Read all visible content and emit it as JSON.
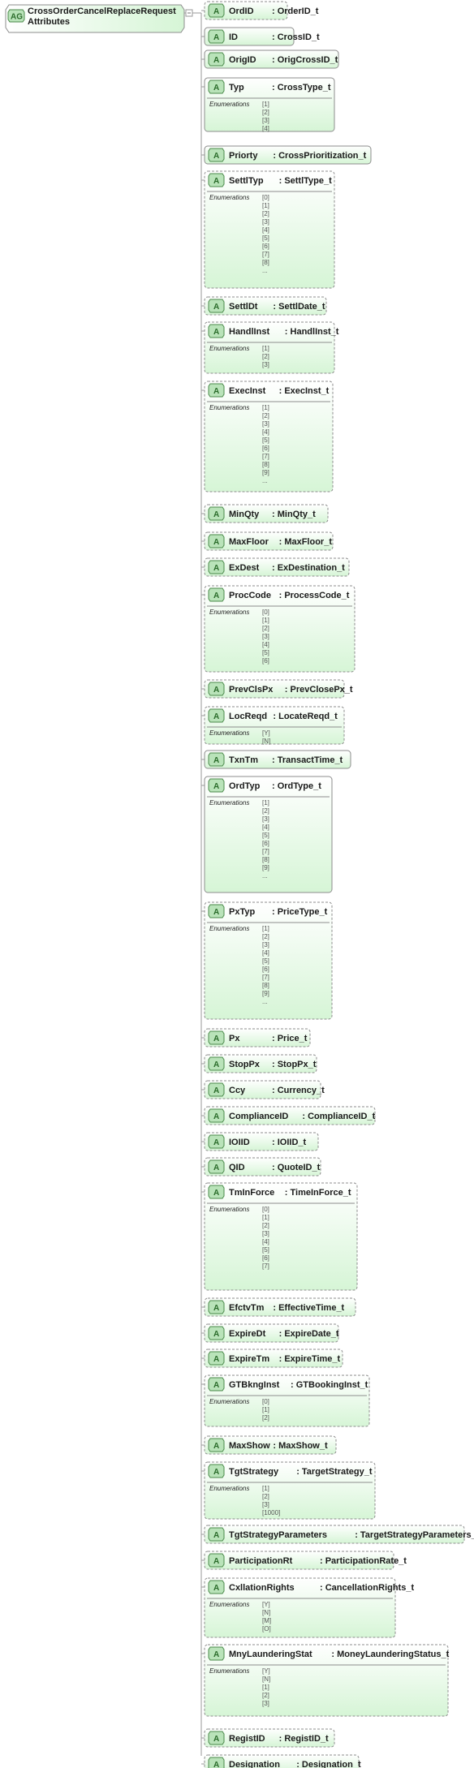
{
  "group": {
    "badge": "AG",
    "line1": "CrossOrderCancelReplaceRequest",
    "line2": "Attributes"
  },
  "attribute_badge": "A",
  "enumerations_label": "Enumerations",
  "attributes": [
    {
      "name": "OrdID",
      "type": "OrderID_t",
      "optional": true
    },
    {
      "name": "ID",
      "type": "CrossID_t",
      "optional": false
    },
    {
      "name": "OrigID",
      "type": "OrigCrossID_t",
      "optional": false
    },
    {
      "name": "Typ",
      "type": "CrossType_t",
      "optional": false,
      "enums": [
        "[1]",
        "[2]",
        "[3]",
        "[4]"
      ]
    },
    {
      "name": "Priorty",
      "type": "CrossPrioritization_t",
      "optional": false
    },
    {
      "name": "SettlTyp",
      "type": "SettlType_t",
      "optional": true,
      "enums": [
        "[0]",
        "[1]",
        "[2]",
        "[3]",
        "[4]",
        "[5]",
        "[6]",
        "[7]",
        "[8]",
        "..."
      ]
    },
    {
      "name": "SettlDt",
      "type": "SettlDate_t",
      "optional": true
    },
    {
      "name": "HandlInst",
      "type": "HandlInst_t",
      "optional": true,
      "enums": [
        "[1]",
        "[2]",
        "[3]"
      ]
    },
    {
      "name": "ExecInst",
      "type": "ExecInst_t",
      "optional": true,
      "enums": [
        "[1]",
        "[2]",
        "[3]",
        "[4]",
        "[5]",
        "[6]",
        "[7]",
        "[8]",
        "[9]",
        "..."
      ]
    },
    {
      "name": "MinQty",
      "type": "MinQty_t",
      "optional": true
    },
    {
      "name": "MaxFloor",
      "type": "MaxFloor_t",
      "optional": true
    },
    {
      "name": "ExDest",
      "type": "ExDestination_t",
      "optional": true
    },
    {
      "name": "ProcCode",
      "type": "ProcessCode_t",
      "optional": true,
      "enums": [
        "[0]",
        "[1]",
        "[2]",
        "[3]",
        "[4]",
        "[5]",
        "[6]"
      ]
    },
    {
      "name": "PrevClsPx",
      "type": "PrevClosePx_t",
      "optional": true
    },
    {
      "name": "LocReqd",
      "type": "LocateReqd_t",
      "optional": true,
      "enums": [
        "[Y]",
        "[N]"
      ]
    },
    {
      "name": "TxnTm",
      "type": "TransactTime_t",
      "optional": false
    },
    {
      "name": "OrdTyp",
      "type": "OrdType_t",
      "optional": false,
      "enums": [
        "[1]",
        "[2]",
        "[3]",
        "[4]",
        "[5]",
        "[6]",
        "[7]",
        "[8]",
        "[9]",
        "..."
      ]
    },
    {
      "name": "PxTyp",
      "type": "PriceType_t",
      "optional": true,
      "enums": [
        "[1]",
        "[2]",
        "[3]",
        "[4]",
        "[5]",
        "[6]",
        "[7]",
        "[8]",
        "[9]",
        "..."
      ]
    },
    {
      "name": "Px",
      "type": "Price_t",
      "optional": true
    },
    {
      "name": "StopPx",
      "type": "StopPx_t",
      "optional": true
    },
    {
      "name": "Ccy",
      "type": "Currency_t",
      "optional": true
    },
    {
      "name": "ComplianceID",
      "type": "ComplianceID_t",
      "optional": true
    },
    {
      "name": "IOIID",
      "type": "IOIID_t",
      "optional": true
    },
    {
      "name": "QID",
      "type": "QuoteID_t",
      "optional": true
    },
    {
      "name": "TmInForce",
      "type": "TimeInForce_t",
      "optional": true,
      "enums": [
        "[0]",
        "[1]",
        "[2]",
        "[3]",
        "[4]",
        "[5]",
        "[6]",
        "[7]"
      ]
    },
    {
      "name": "EfctvTm",
      "type": "EffectiveTime_t",
      "optional": true
    },
    {
      "name": "ExpireDt",
      "type": "ExpireDate_t",
      "optional": true
    },
    {
      "name": "ExpireTm",
      "type": "ExpireTime_t",
      "optional": true
    },
    {
      "name": "GTBkngInst",
      "type": "GTBookingInst_t",
      "optional": true,
      "enums": [
        "[0]",
        "[1]",
        "[2]"
      ]
    },
    {
      "name": "MaxShow",
      "type": "MaxShow_t",
      "optional": true
    },
    {
      "name": "TgtStrategy",
      "type": "TargetStrategy_t",
      "optional": true,
      "enums": [
        "[1]",
        "[2]",
        "[3]",
        "[1000]"
      ]
    },
    {
      "name": "TgtStrategyParameters",
      "type": "TargetStrategyParameters_t",
      "optional": true
    },
    {
      "name": "ParticipationRt",
      "type": "ParticipationRate_t",
      "optional": true
    },
    {
      "name": "CxllationRights",
      "type": "CancellationRights_t",
      "optional": true,
      "enums": [
        "[Y]",
        "[N]",
        "[M]",
        "[O]"
      ]
    },
    {
      "name": "MnyLaunderingStat",
      "type": "MoneyLaunderingStatus_t",
      "optional": true,
      "enums": [
        "[Y]",
        "[N]",
        "[1]",
        "[2]",
        "[3]"
      ]
    },
    {
      "name": "RegistID",
      "type": "RegistID_t",
      "optional": true
    },
    {
      "name": "Designation",
      "type": "Designation_t",
      "optional": true
    }
  ],
  "colors": {
    "fill_top": "#ffffff",
    "fill_bottom": "#d6f5d6",
    "border": "#8c8c8c",
    "badge_border": "#4a8a4a",
    "badge_fill": "#b9e3b9",
    "connector": "#9a9a9a"
  }
}
